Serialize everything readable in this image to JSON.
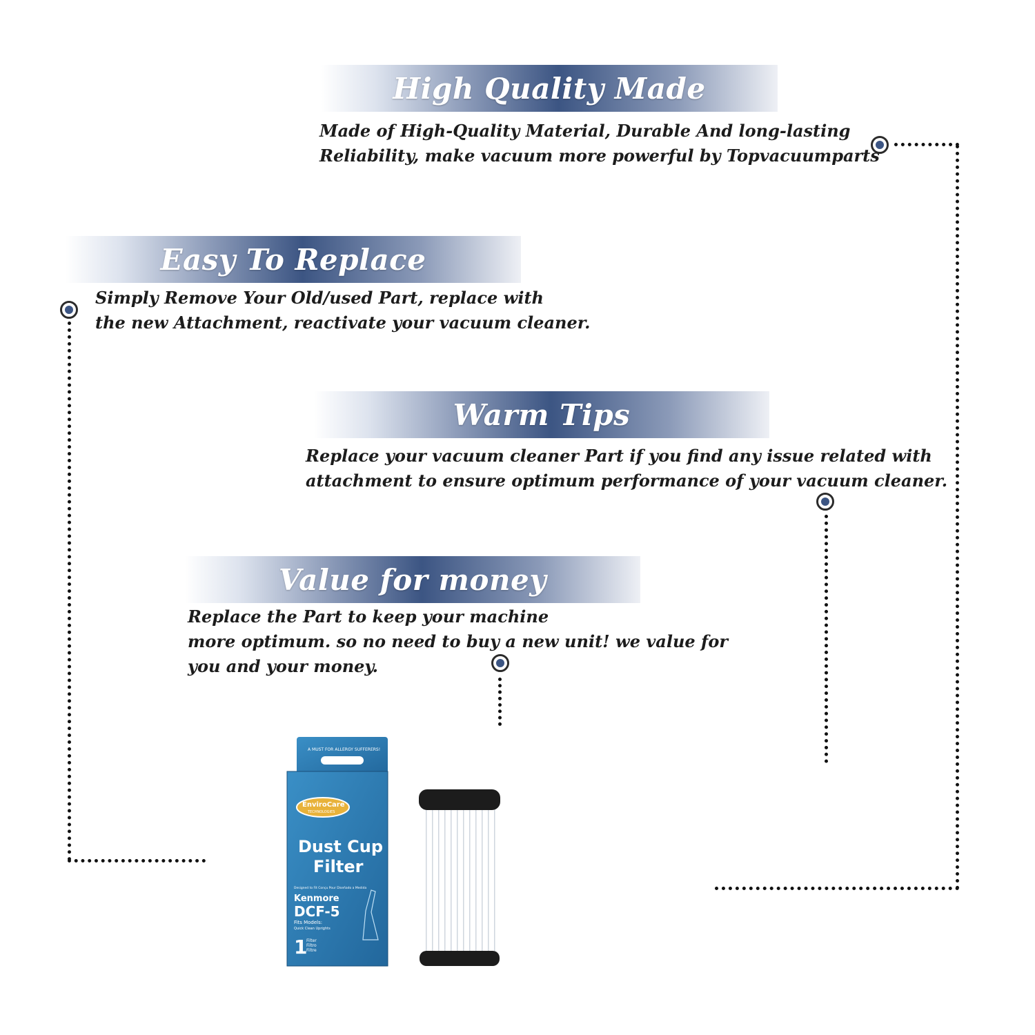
{
  "sections": [
    {
      "title": "High Quality Made",
      "lines": [
        "Made of  High-Quality Material, Durable And long-lasting",
        "Reliability, make vacuum more powerful by Topvacuumparts"
      ]
    },
    {
      "title": "Easy To Replace",
      "lines": [
        "Simply Remove Your Old/used Part, replace with",
        "the new Attachment, reactivate your vacuum cleaner."
      ]
    },
    {
      "title": "Warm Tips",
      "lines": [
        "Replace your vacuum cleaner Part if you find any issue related with",
        " attachment to ensure optimum performance of your vacuum cleaner."
      ]
    },
    {
      "title": "Value for money",
      "lines": [
        "Replace the Part to keep your machine",
        "more optimum. so no need to buy a new unit! we value for",
        "you and your money."
      ]
    }
  ],
  "product": {
    "tag_text": "A MUST FOR ALLERGY SUFFERERS!",
    "brand_line1": "EnviroCare",
    "brand_line2": "TECHNOLOGIES",
    "name_line1": "Dust Cup",
    "name_line2": "Filter",
    "designed_for": "Designed to Fit   Conçu Pour   Diseñado a Medida",
    "model_brand": "Kenmore",
    "model_code": "DCF-5",
    "fits_label": "Fits Models:",
    "fits_value": "Quick Clean Uprights",
    "count": "1",
    "count_label1": "Filter",
    "count_label2": "Filtro",
    "count_label3": "Filtre"
  },
  "colors": {
    "accent": "#3c5583",
    "box": "#2f7fb6",
    "dots": "#111111"
  }
}
